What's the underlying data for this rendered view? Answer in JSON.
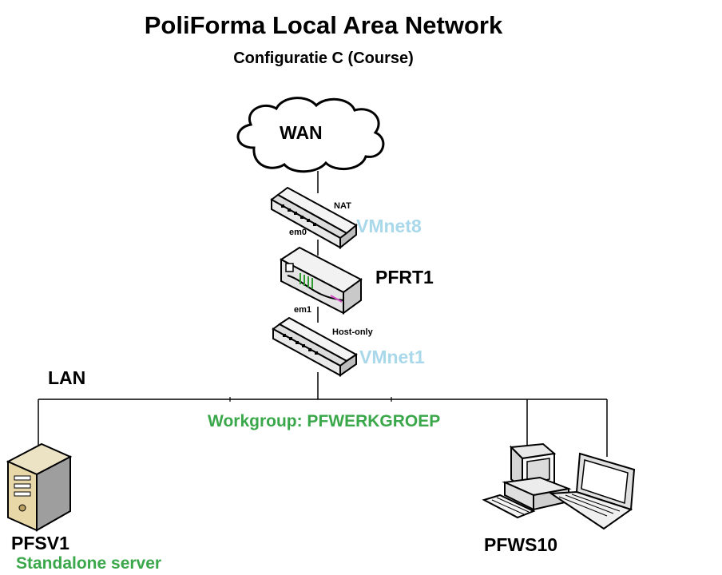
{
  "title": "PoliForma Local Area Network",
  "subtitle": "Configuratie C (Course)",
  "wan": {
    "label": "WAN"
  },
  "switch_top": {
    "port_label": "NAT",
    "network": "VMnet8"
  },
  "router": {
    "name": "PFRT1",
    "wan_interface": "em0",
    "lan_interface": "em1"
  },
  "switch_bottom": {
    "port_label": "Host-only",
    "network": "VMnet1"
  },
  "lan": {
    "label": "LAN",
    "workgroup": "Workgroup: PFWERKGROEP"
  },
  "server": {
    "name": "PFSV1",
    "role": "Standalone server"
  },
  "workstation": {
    "name": "PFWS10"
  },
  "colors": {
    "vmnet": "#a8d8ea",
    "green": "#3aa84a"
  }
}
